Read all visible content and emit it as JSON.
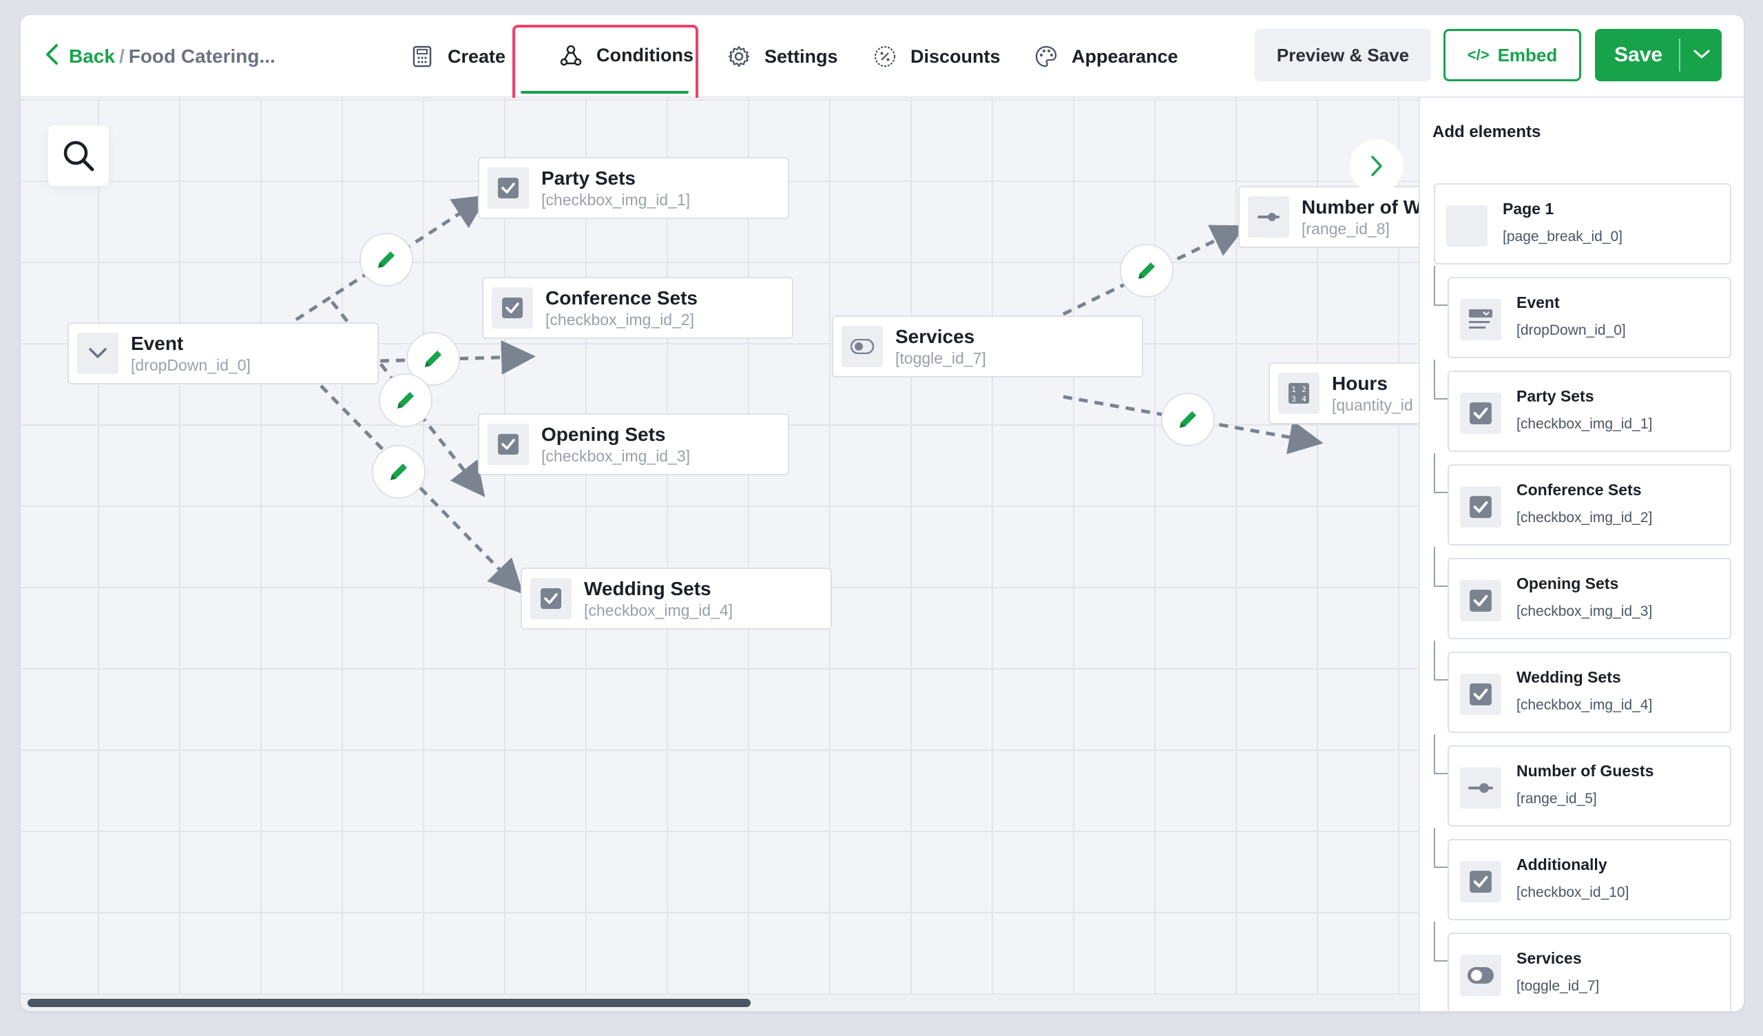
{
  "header": {
    "back_label": "Back",
    "separator": "/",
    "breadcrumb": "Food Catering...",
    "tabs": [
      {
        "label": "Create",
        "icon": "calculator-icon"
      },
      {
        "label": "Conditions",
        "icon": "conditions-icon",
        "active": true
      },
      {
        "label": "Settings",
        "icon": "gear-icon"
      },
      {
        "label": "Discounts",
        "icon": "percent-icon"
      },
      {
        "label": "Appearance",
        "icon": "palette-icon"
      }
    ],
    "preview_label": "Preview & Save",
    "embed_label": "Embed",
    "embed_code_glyph": "</>",
    "save_label": "Save"
  },
  "canvas": {
    "nodes": [
      {
        "key": "event",
        "title": "Event",
        "id": "[dropDown_id_0]",
        "icon": "chevron-down-icon"
      },
      {
        "key": "party",
        "title": "Party Sets",
        "id": "[checkbox_img_id_1]",
        "icon": "checkbox-icon"
      },
      {
        "key": "conference",
        "title": "Conference Sets",
        "id": "[checkbox_img_id_2]",
        "icon": "checkbox-icon"
      },
      {
        "key": "opening",
        "title": "Opening Sets",
        "id": "[checkbox_img_id_3]",
        "icon": "checkbox-icon"
      },
      {
        "key": "wedding",
        "title": "Wedding Sets",
        "id": "[checkbox_img_id_4]",
        "icon": "checkbox-icon"
      },
      {
        "key": "services",
        "title": "Services",
        "id": "[toggle_id_7]",
        "icon": "toggle-icon"
      },
      {
        "key": "waiters",
        "title": "Number of Wa",
        "id": "[range_id_8]",
        "icon": "slider-icon"
      },
      {
        "key": "hours",
        "title": "Hours",
        "id": "[quantity_id",
        "icon": "quantity-icon"
      }
    ]
  },
  "panel": {
    "title": "Add elements",
    "items": [
      {
        "title": "Page 1",
        "id": "[page_break_id_0]",
        "icon": "page-icon"
      },
      {
        "title": "Event",
        "id": "[dropDown_id_0]",
        "icon": "dropdown-icon"
      },
      {
        "title": "Party Sets",
        "id": "[checkbox_img_id_1]",
        "icon": "checkbox-icon"
      },
      {
        "title": "Conference Sets",
        "id": "[checkbox_img_id_2]",
        "icon": "checkbox-icon"
      },
      {
        "title": "Opening Sets",
        "id": "[checkbox_img_id_3]",
        "icon": "checkbox-icon"
      },
      {
        "title": "Wedding Sets",
        "id": "[checkbox_img_id_4]",
        "icon": "checkbox-icon"
      },
      {
        "title": "Number of Guests",
        "id": "[range_id_5]",
        "icon": "slider-icon"
      },
      {
        "title": "Additionally",
        "id": "[checkbox_id_10]",
        "icon": "checkbox-icon"
      },
      {
        "title": "Services",
        "id": "[toggle_id_7]",
        "icon": "toggle-icon"
      }
    ]
  },
  "colors": {
    "accent": "#16a34a",
    "highlight": "#f43f6a",
    "edge": "#7b8390"
  }
}
